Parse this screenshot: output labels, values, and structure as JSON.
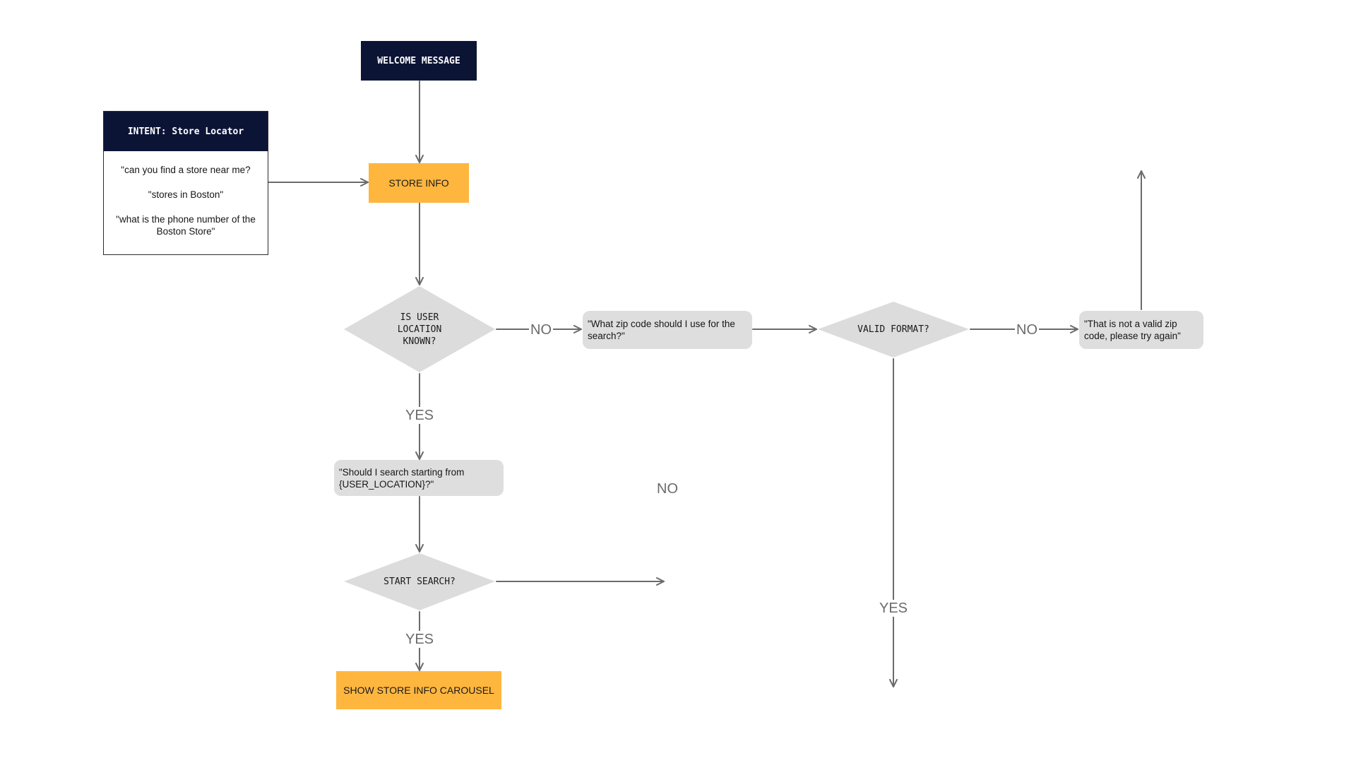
{
  "nodes": {
    "welcome": "WELCOME MESSAGE",
    "intent": {
      "title": "INTENT: Store Locator",
      "utterances": [
        "\"can you find a store near me?",
        "\"stores in Boston\"",
        "\"what is the phone number of the Boston Store\""
      ]
    },
    "store_info": "STORE INFO",
    "is_user_location_known": "IS USER\nLOCATION\nKNOWN?",
    "ask_zip": "\"What zip code should I use for the search?\"",
    "valid_format": "VALID FORMAT?",
    "invalid_zip": "\"That is not a valid zip code, please try again\"",
    "confirm_location": "\"Should I search starting from {USER_LOCATION}?\"",
    "start_search": "START SEARCH?",
    "show_carousel": "SHOW STORE INFO CAROUSEL"
  },
  "edges": {
    "location_no": "NO",
    "location_yes": "YES",
    "format_no": "NO",
    "format_yes": "YES",
    "search_no": "NO",
    "search_yes": "YES"
  },
  "colors": {
    "dark_node": "#0c1436",
    "action_node": "#ffb63f",
    "message_node": "#dedede",
    "decision_node": "#dcdcdc",
    "connector": "#6b6b6b"
  }
}
